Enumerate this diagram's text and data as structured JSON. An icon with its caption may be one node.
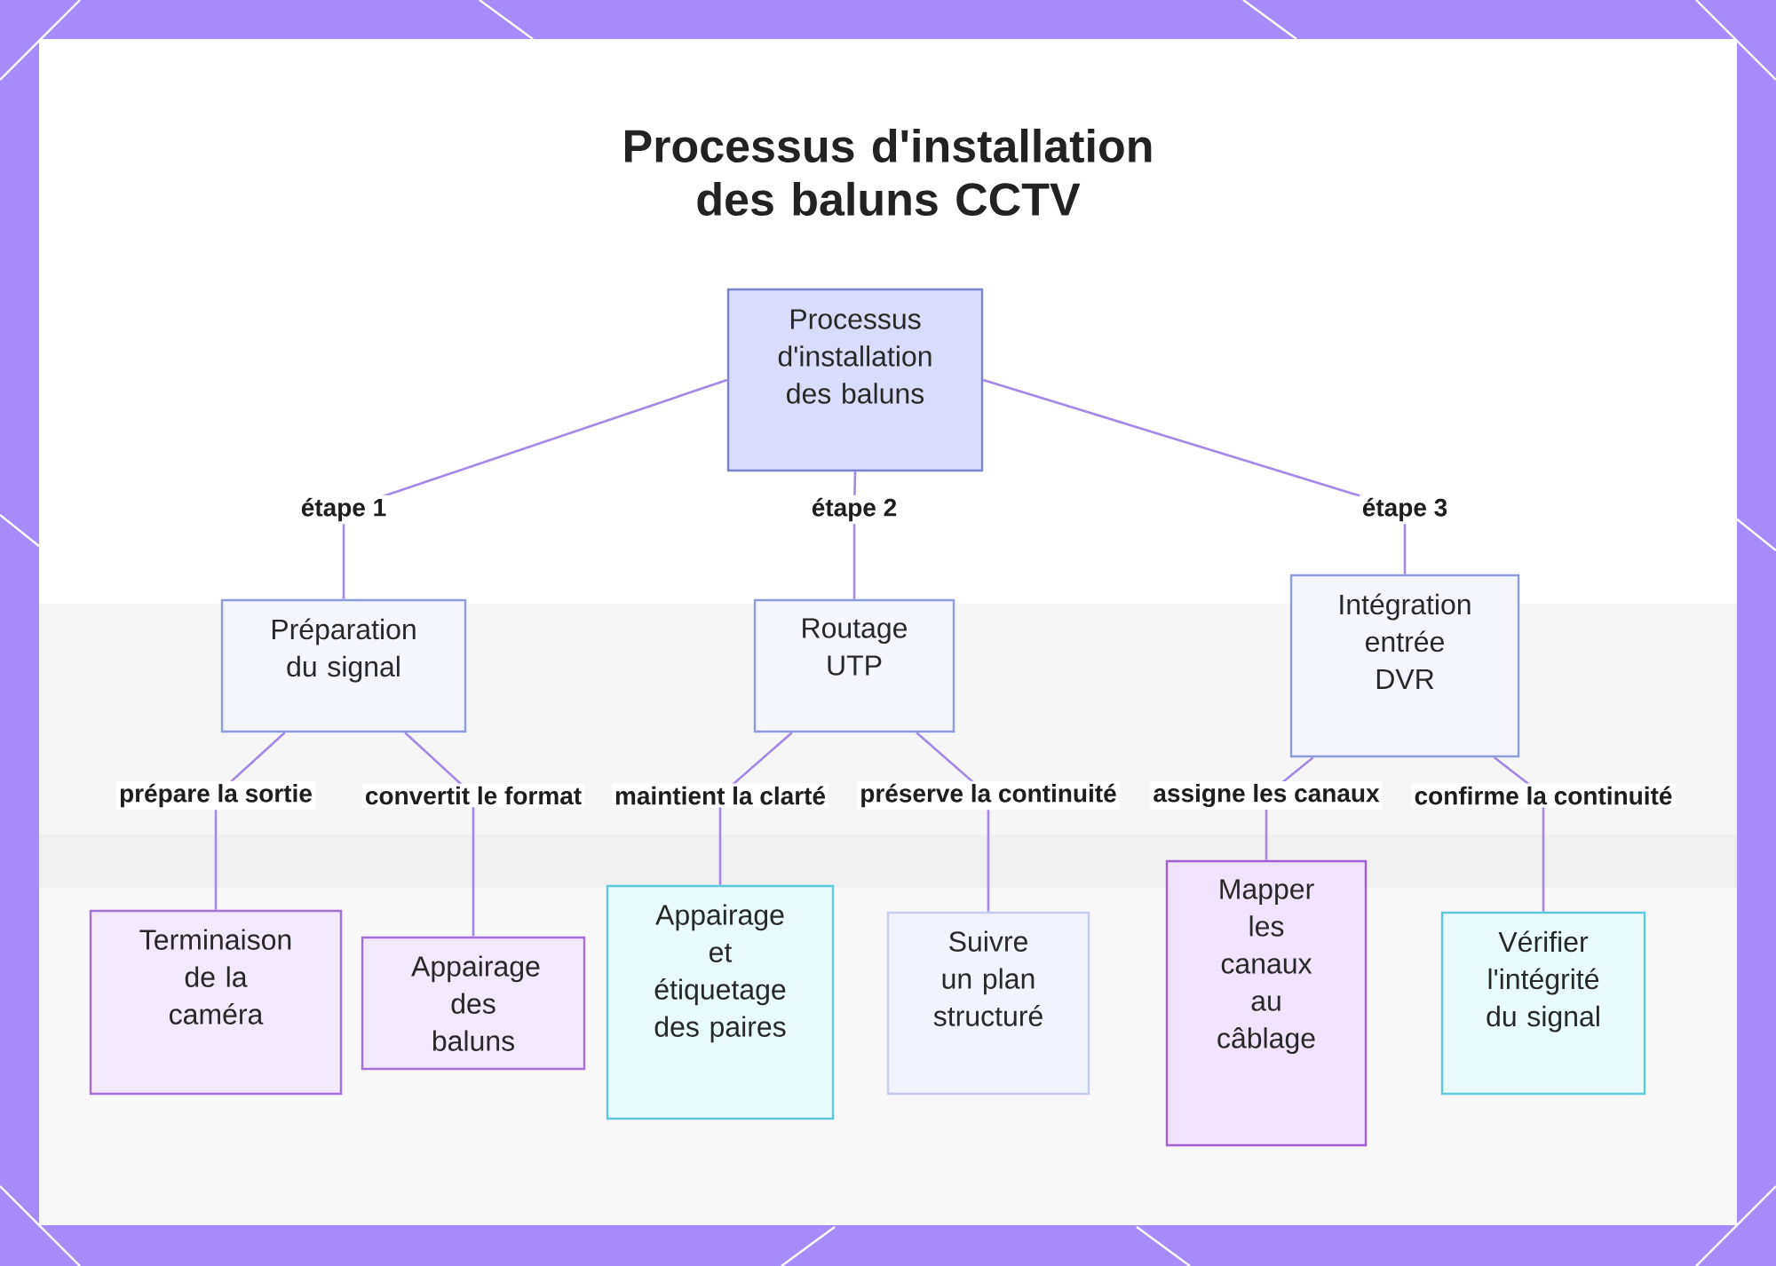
{
  "diagram": {
    "title": "Processus d'installation des baluns CCTV",
    "nodes": [
      {
        "text": [
          "Processus d'installation des baluns"
        ]
      },
      {
        "text": [
          "Préparation du signal"
        ]
      },
      {
        "text": [
          "Routage UTP"
        ]
      },
      {
        "text": [
          "Intégration entrée DVR"
        ]
      },
      {
        "text": [
          "Terminaison de la caméra"
        ]
      },
      {
        "text": [
          "Appairage des baluns"
        ]
      },
      {
        "text": [
          "Appairage et étiquetage des paires"
        ]
      },
      {
        "text": [
          "Suivre un plan structuré"
        ]
      },
      {
        "text": [
          "Mapper les canaux au câblage"
        ]
      },
      {
        "text": [
          "Vérifier l'intégrité du signal"
        ]
      }
    ],
    "edges": [
      {
        "from": 0,
        "to": 1,
        "arrow": "none",
        "label": "étape 1"
      },
      {
        "from": 0,
        "to": 2,
        "arrow": "none",
        "label": "étape 2"
      },
      {
        "from": 0,
        "to": 3,
        "arrow": "none",
        "label": "étape 3"
      },
      {
        "from": 1,
        "to": 4,
        "arrow": "none",
        "label": "prépare la sortie"
      },
      {
        "from": 1,
        "to": 5,
        "arrow": "none",
        "label": "convertit le format"
      },
      {
        "from": 2,
        "to": 6,
        "arrow": "none",
        "label": "maintient la clarté"
      },
      {
        "from": 2,
        "to": 7,
        "arrow": "none",
        "label": "préserve la continuité"
      },
      {
        "from": 3,
        "to": 8,
        "arrow": "none",
        "label": "assigne les canaux"
      },
      {
        "from": 3,
        "to": 9,
        "arrow": "none",
        "label": "confirme la continuité"
      }
    ]
  }
}
